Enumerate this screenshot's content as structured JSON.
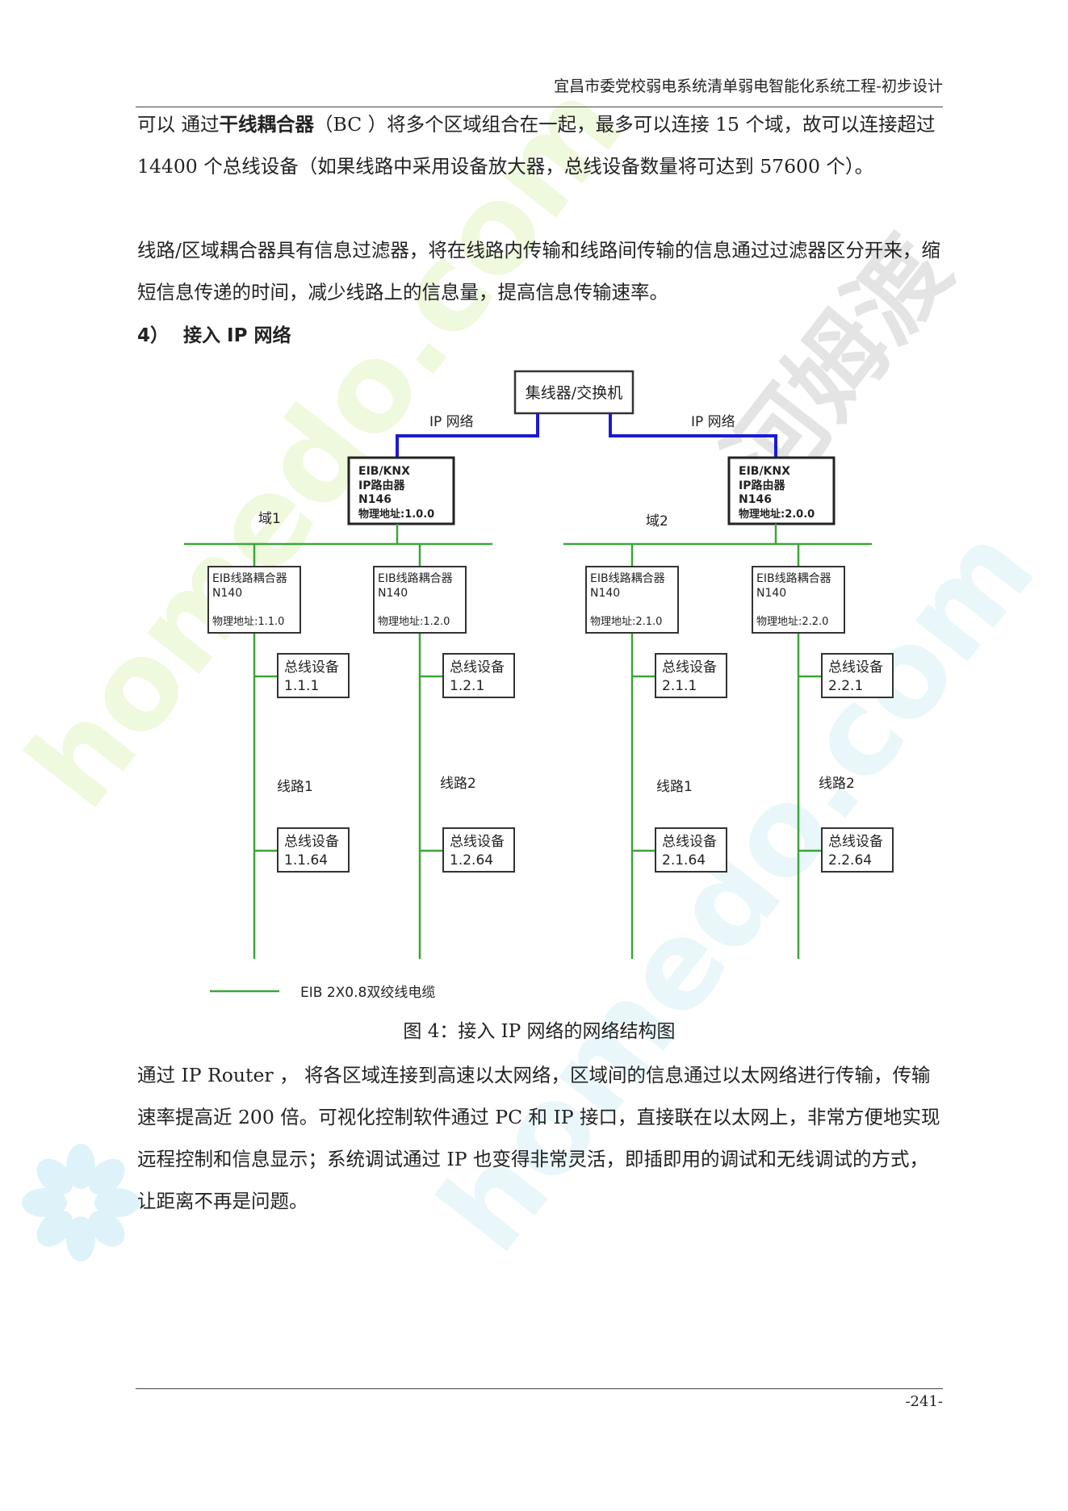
{
  "header": {
    "title": "宜昌市委党校弱电系统清单弱电智能化系统工程-初步设计"
  },
  "para1": {
    "prefix": "可以 通过",
    "bold": "干线耦合器",
    "suffix": "（BC ）将多个区域组合在一起，最多可以连接 15 个域，故可以连接超过 14400 个总线设备（如果线路中采用设备放大器，总线设备数量将可达到 57600 个）。"
  },
  "para2": "线路/区域耦合器具有信息过滤器，将在线路内传输和线路间传输的信息通过过滤器区分开来，缩短信息传递的时间，减少线路上的信息量，提高信息传输速率。",
  "section": {
    "number": "4）",
    "title": "接入 IP 网络"
  },
  "diagram": {
    "hub": "集线器/交换机",
    "ip_label_left": "IP 网络",
    "ip_label_right": "IP 网络",
    "router1": {
      "l1": "EIB/KNX",
      "l2": "IP路由器",
      "l3": "N146",
      "l4": "物理地址:1.0.0"
    },
    "router2": {
      "l1": "EIB/KNX",
      "l2": "IP路由器",
      "l3": "N146",
      "l4": "物理地址:2.0.0"
    },
    "domain1": "域1",
    "domain2": "域2",
    "couplers": [
      {
        "l1": "EIB线路耦合器",
        "l2": "N140",
        "l3": "物理地址:1.1.0"
      },
      {
        "l1": "EIB线路耦合器",
        "l2": "N140",
        "l3": "物理地址:1.2.0"
      },
      {
        "l1": "EIB线路耦合器",
        "l2": "N140",
        "l3": "物理地址:2.1.0"
      },
      {
        "l1": "EIB线路耦合器",
        "l2": "N140",
        "l3": "物理地址:2.2.0"
      }
    ],
    "devices_top": [
      {
        "l1": "总线设备",
        "l2": "1.1.1"
      },
      {
        "l1": "总线设备",
        "l2": "1.2.1"
      },
      {
        "l1": "总线设备",
        "l2": "2.1.1"
      },
      {
        "l1": "总线设备",
        "l2": "2.2.1"
      }
    ],
    "devices_bottom": [
      {
        "l1": "总线设备",
        "l2": "1.1.64"
      },
      {
        "l1": "总线设备",
        "l2": "1.2.64"
      },
      {
        "l1": "总线设备",
        "l2": "2.1.64"
      },
      {
        "l1": "总线设备",
        "l2": "2.2.64"
      }
    ],
    "lines": [
      "线路1",
      "线路2",
      "线路1",
      "线路2"
    ],
    "legend": "EIB 2X0.8双绞线电缆"
  },
  "caption": "图 4：接入 IP 网络的网络结构图",
  "para3": "通过 IP Router ， 将各区域连接到高速以太网络，区域间的信息通过以太网络进行传输，传输速率提高近 200 倍。可视化控制软件通过 PC 和 IP 接口，直接联在以太网上，非常方便地实现远程控制和信息显示；系统调试通过 IP 也变得非常灵活，即插即用的调试和无线调试的方式，让距离不再是问题。",
  "page_number": "-241-",
  "watermark": {
    "text1": "homedo.com",
    "text2": "homedo.com",
    "text3": "河姆渡"
  },
  "colors": {
    "bus_line": "#3aa63a",
    "ip_line": "#1a1ad6",
    "box_border": "#333333"
  }
}
